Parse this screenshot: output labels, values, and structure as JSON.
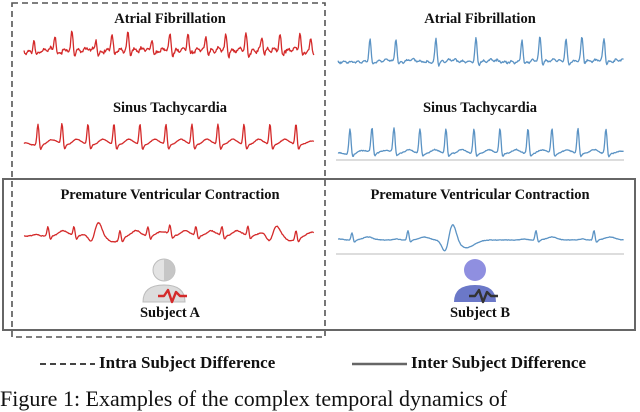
{
  "panels": {
    "left": {
      "afib": "Atrial Fibrillation",
      "stach": "Sinus Tachycardia",
      "pvc": "Premature Ventricular Contraction",
      "subject": "Subject A",
      "color": "#d42a2a"
    },
    "right": {
      "afib": "Atrial Fibrillation",
      "stach": "Sinus Tachycardia",
      "pvc": "Premature Ventricular Contraction",
      "subject": "Subject B",
      "color": "#5b93c4"
    }
  },
  "legend": {
    "intra": "Intra Subject Difference",
    "inter": "Inter Subject Difference"
  },
  "caption": "Figure 1: Examples of the complex temporal dynamics of"
}
